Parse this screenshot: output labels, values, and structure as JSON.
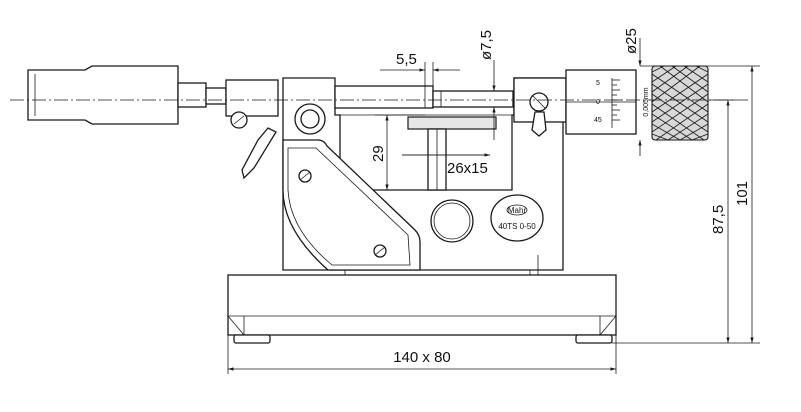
{
  "dimensions": {
    "gap": "5,5",
    "spindle_diameter": "ø7,5",
    "thimble_diameter": "ø25",
    "throat_depth": "29",
    "anvil_size": "26x15",
    "total_height": "101",
    "axis_height": "87,5",
    "base_size": "140 x 80"
  },
  "thimble_scale": {
    "mark_5": "5",
    "mark_0": "0",
    "mark_45": "45",
    "resolution": "0,005mm"
  },
  "badge": {
    "brand": "Mahr",
    "model": "40TS 0-50"
  }
}
